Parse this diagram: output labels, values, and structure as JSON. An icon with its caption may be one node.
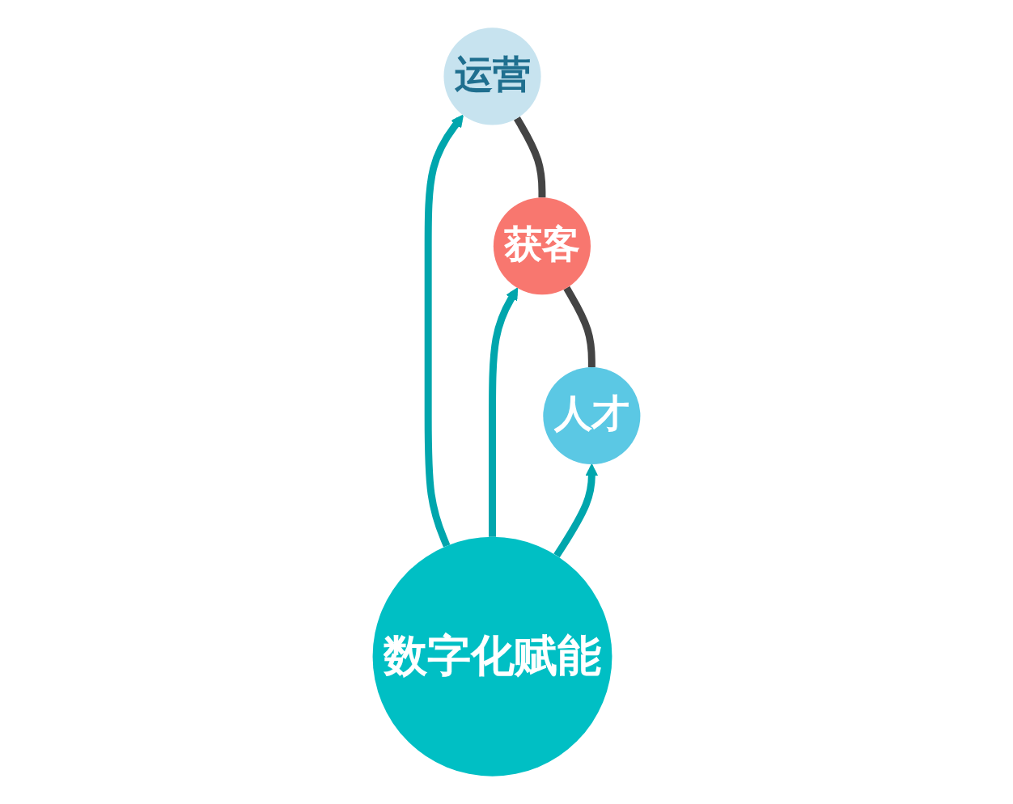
{
  "diagram": {
    "nodes": [
      {
        "text": [
          "获客"
        ]
      },
      {
        "text": [
          "人才"
        ]
      },
      {
        "text": [
          "运营"
        ]
      },
      {
        "text": [
          "数字化赋能"
        ]
      }
    ],
    "edges": [
      {
        "from": 3,
        "to": 0,
        "arrow": "to"
      },
      {
        "from": 3,
        "to": 1,
        "arrow": "to"
      },
      {
        "from": 3,
        "to": 2,
        "arrow": "to"
      },
      {
        "from": 1,
        "to": 0,
        "arrow": "none",
        "color": "#444444"
      },
      {
        "from": 0,
        "to": 2,
        "arrow": "none",
        "color": "#444444"
      }
    ]
  }
}
